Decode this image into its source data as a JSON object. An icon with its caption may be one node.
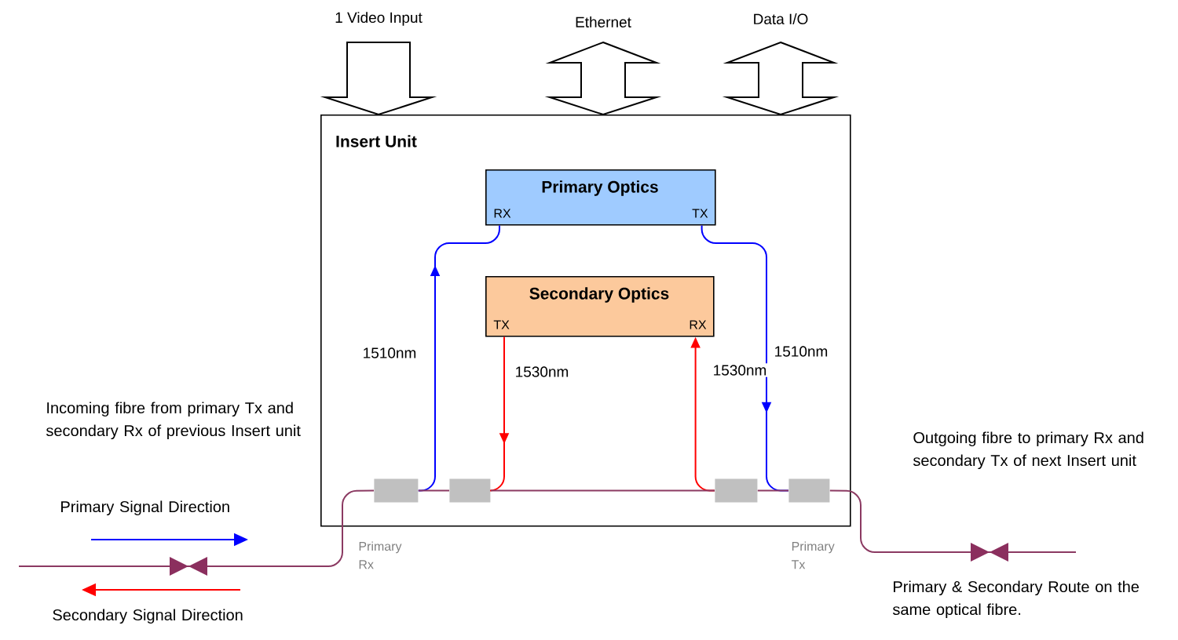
{
  "diagram": {
    "nodes": [
      {
        "text": [
          "Insert Unit"
        ]
      },
      {
        "text": [
          "Primary Optics",
          "RX",
          "TX"
        ],
        "in": 0
      },
      {
        "text": [
          "Secondary Optics",
          "TX",
          "RX"
        ],
        "in": 0
      },
      {
        "text": [],
        "shape": "box",
        "in": 0
      },
      {
        "text": [],
        "shape": "box",
        "in": 0
      },
      {
        "text": [],
        "shape": "box",
        "in": 0
      },
      {
        "text": [],
        "shape": "box",
        "in": 0
      }
    ],
    "edges": [
      {
        "from": null,
        "to": 0,
        "arrow": "to",
        "label": "1 Video Input"
      },
      {
        "from": null,
        "to": 0,
        "arrow": "both",
        "label": "Ethernet"
      },
      {
        "from": null,
        "to": 0,
        "arrow": "both",
        "label": "Data I/O"
      },
      {
        "from": 3,
        "to": 1,
        "arrow": "to",
        "label": "1510nm",
        "color": "#0000ff"
      },
      {
        "from": 1,
        "to": 6,
        "arrow": "to",
        "label": "1510nm",
        "color": "#0000ff"
      },
      {
        "from": 2,
        "to": 4,
        "arrow": "to",
        "label": "1530nm",
        "color": "#ff0000"
      },
      {
        "from": 5,
        "to": 2,
        "arrow": "to",
        "label": "1530nm",
        "color": "#ff0000"
      },
      {
        "from": null,
        "to": 3,
        "arrow": "none",
        "color": "#8b3a62"
      },
      {
        "from": 3,
        "to": 4,
        "arrow": "none",
        "color": "#8b3a62"
      },
      {
        "from": 4,
        "to": 5,
        "arrow": "none",
        "color": "#8b3a62"
      },
      {
        "from": 5,
        "to": 6,
        "arrow": "none",
        "color": "#8b3a62"
      },
      {
        "from": 6,
        "to": null,
        "arrow": "none",
        "color": "#8b3a62"
      }
    ],
    "labels": [
      "Incoming fibre from primary Tx and secondary Rx of previous Insert unit",
      "Outgoing fibre to primary Rx and secondary Tx of next Insert unit",
      "Primary Signal Direction",
      "Primary Rx",
      "Primary Tx",
      "Primary & Secondary Route on the same optical fibre.",
      "Secondary Signal Direction"
    ]
  }
}
